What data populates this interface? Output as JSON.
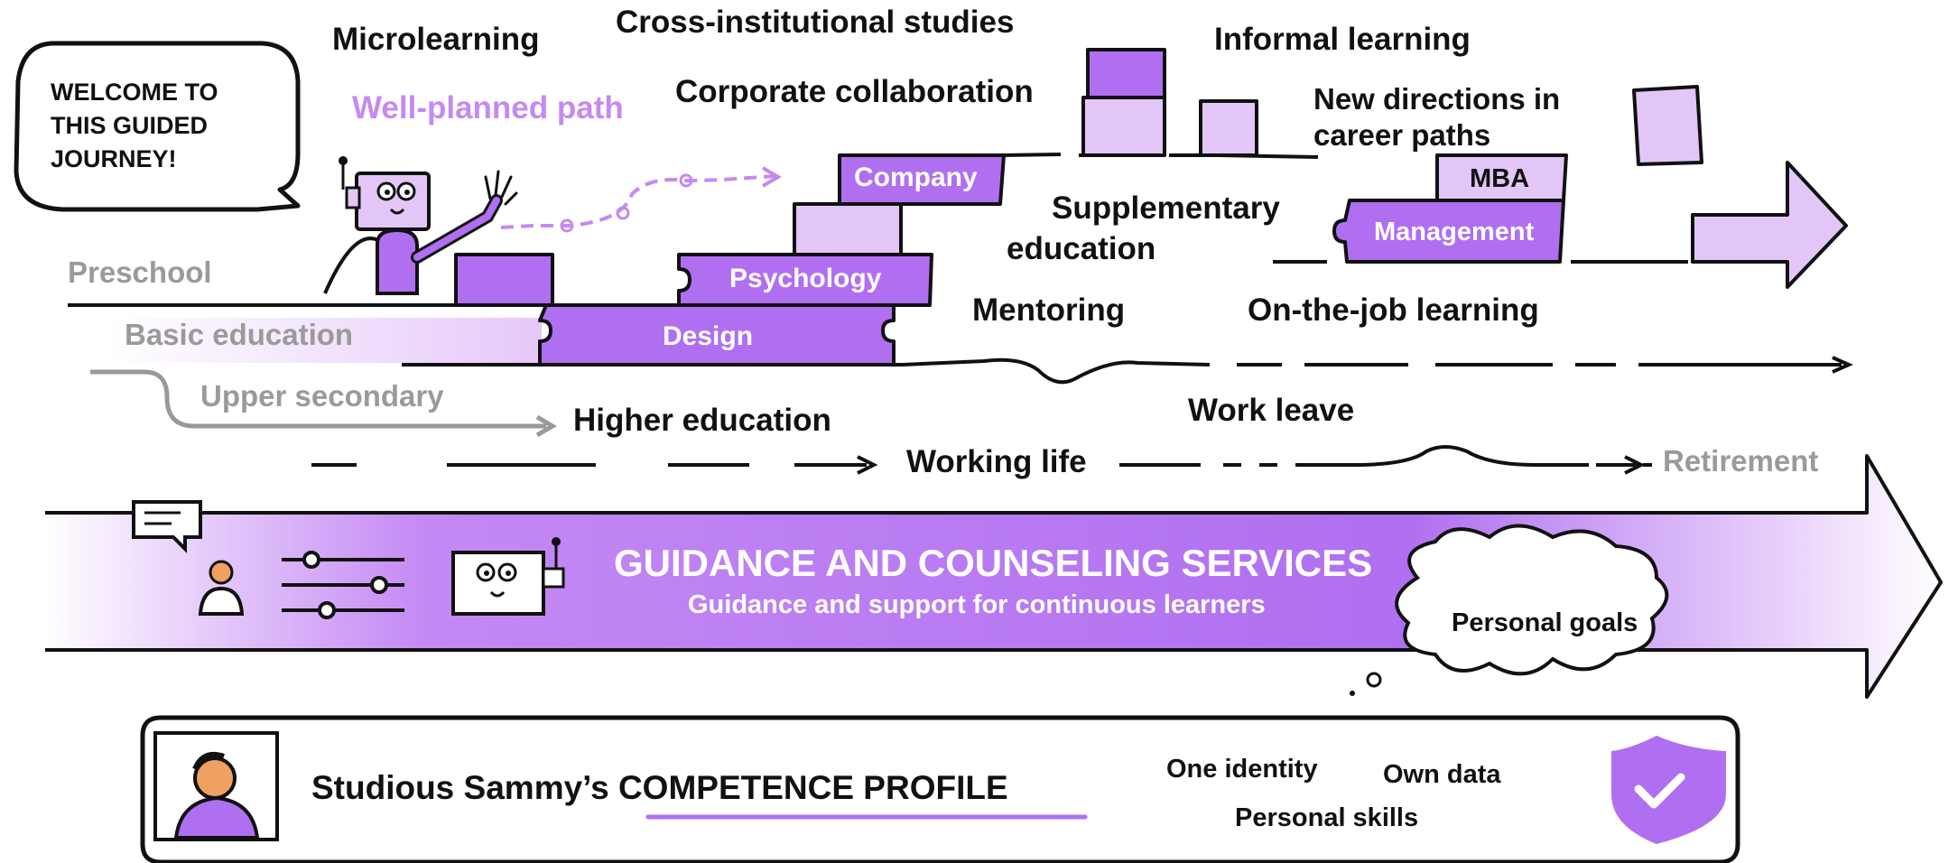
{
  "speech_bubble": {
    "text": "WELCOME TO THIS GUIDED JOURNEY!",
    "lines": [
      "WELCOME TO",
      "THIS GUIDED",
      "JOURNEY!"
    ]
  },
  "labels": {
    "microlearning": "Microlearning",
    "well_planned_path": "Well-planned path",
    "cross_institutional": "Cross-institutional studies",
    "corporate_collaboration": "Corporate collaboration",
    "informal_learning": "Informal learning",
    "new_directions": [
      "New directions in",
      "career paths"
    ],
    "supplementary_education": [
      "Supplementary",
      "education"
    ],
    "mentoring": "Mentoring",
    "on_the_job_learning": "On-the-job learning",
    "preschool": "Preschool",
    "basic_education": "Basic education",
    "upper_secondary": "Upper secondary",
    "higher_education": "Higher education",
    "work_leave": "Work leave",
    "working_life": "Working life",
    "retirement": "Retirement"
  },
  "blocks": {
    "company": "Company",
    "psychology": "Psychology",
    "design": "Design",
    "mba": "MBA",
    "management": "Management"
  },
  "guidance": {
    "title": "GUIDANCE AND COUNSELING SERVICES",
    "subtitle": "Guidance and support for continuous learners",
    "thought": "Personal goals"
  },
  "profile": {
    "name_prefix": "Studious Sammy’s ",
    "name_emphasis": "COMPETENCE PROFILE",
    "one_identity": "One identity",
    "own_data": "Own data",
    "personal_skills": "Personal skills"
  },
  "colors": {
    "purple": "#b06ff0",
    "light_purple": "#e3c6f8",
    "text_grey": "#9a9a9a",
    "outline": "#111111"
  },
  "icons": [
    "robot-icon",
    "chat-icon",
    "person-icon",
    "sliders-icon",
    "shield-check-icon",
    "avatar-icon",
    "puzzle-piece-icon",
    "thought-cloud-icon",
    "arrow-icon"
  ]
}
